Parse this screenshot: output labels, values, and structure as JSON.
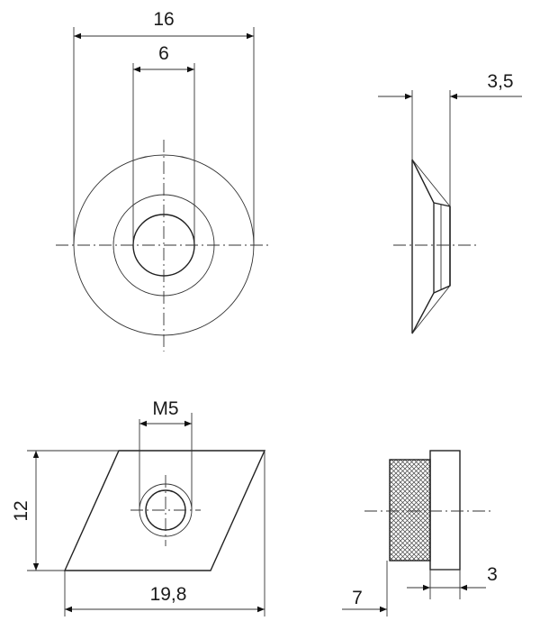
{
  "dimensions": {
    "outer_diameter": "16",
    "inner_diameter": "6",
    "thickness": "3,5",
    "thread": "M5",
    "height": "12",
    "width": "19,8",
    "offset_left": "7",
    "offset_right": "3"
  }
}
